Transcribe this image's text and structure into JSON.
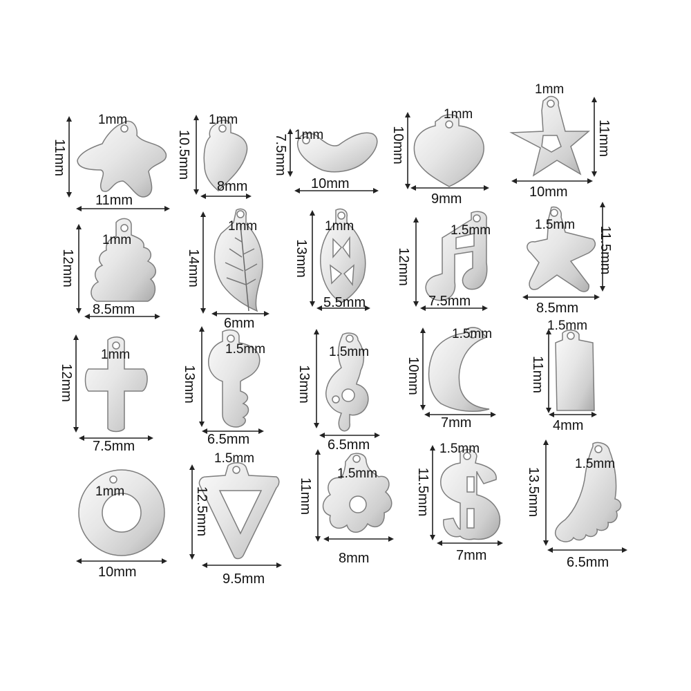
{
  "colors": {
    "background": "#ffffff",
    "metal_light": "#f2f2f2",
    "metal_mid": "#c9c9c9",
    "metal_dark": "#8a8a8a",
    "measure_line": "#222222"
  },
  "charms": [
    {
      "id": "blob",
      "hole": "1mm",
      "width": "11mm",
      "height": "11mm"
    },
    {
      "id": "heart-1",
      "hole": "1mm",
      "width": "8mm",
      "height": "10.5mm"
    },
    {
      "id": "heart-wide",
      "hole": "1mm",
      "width": "10mm",
      "height": "7.5mm"
    },
    {
      "id": "heart-2",
      "hole": "1mm",
      "width": "9mm",
      "height": "10mm"
    },
    {
      "id": "star-cutout",
      "hole": "1mm",
      "width": "10mm",
      "height": "11mm"
    },
    {
      "id": "tree",
      "hole": "1mm",
      "width": "8.5mm",
      "height": "12mm"
    },
    {
      "id": "leaf",
      "hole": "1mm",
      "width": "6mm",
      "height": "14mm"
    },
    {
      "id": "leaf-cutout",
      "hole": "1mm",
      "width": "5.5mm",
      "height": "13mm"
    },
    {
      "id": "music-note",
      "hole": "1.5mm",
      "width": "7.5mm",
      "height": "12mm"
    },
    {
      "id": "starfish",
      "hole": "1.5mm",
      "width": "8.5mm",
      "height": "11.5mm"
    },
    {
      "id": "cross",
      "hole": "1mm",
      "width": "7.5mm",
      "height": "12mm"
    },
    {
      "id": "key",
      "hole": "1.5mm",
      "width": "6.5mm",
      "height": "13mm"
    },
    {
      "id": "treble-clef",
      "hole": "1.5mm",
      "width": "6.5mm",
      "height": "13mm"
    },
    {
      "id": "moon",
      "hole": "1.5mm",
      "width": "7mm",
      "height": "10mm"
    },
    {
      "id": "tag",
      "hole": "1.5mm",
      "width": "4mm",
      "height": "11mm"
    },
    {
      "id": "ring",
      "hole": "1mm",
      "width": "10mm",
      "height": ""
    },
    {
      "id": "triangle",
      "hole": "1.5mm",
      "width": "9.5mm",
      "height": "12.5mm"
    },
    {
      "id": "flower",
      "hole": "1.5mm",
      "width": "8mm",
      "height": "11mm"
    },
    {
      "id": "dollar",
      "hole": "1.5mm",
      "width": "7mm",
      "height": "11.5mm"
    },
    {
      "id": "foot",
      "hole": "1.5mm",
      "width": "6.5mm",
      "height": "13.5mm"
    }
  ]
}
